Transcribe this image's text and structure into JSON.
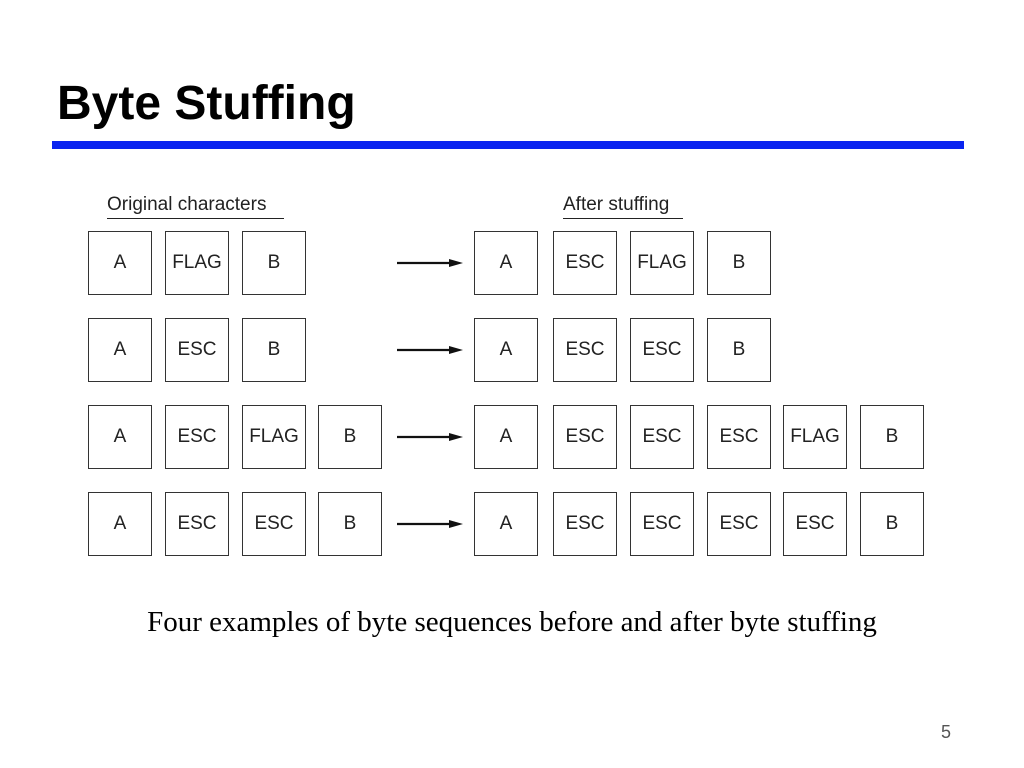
{
  "slide": {
    "title": "Byte Stuffing",
    "page_number": "5"
  },
  "figure": {
    "left_heading": "Original characters",
    "right_heading": "After stuffing",
    "rows": [
      {
        "original": [
          "A",
          "FLAG",
          "B"
        ],
        "stuffed": [
          "A",
          "ESC",
          "FLAG",
          "B"
        ]
      },
      {
        "original": [
          "A",
          "ESC",
          "B"
        ],
        "stuffed": [
          "A",
          "ESC",
          "ESC",
          "B"
        ]
      },
      {
        "original": [
          "A",
          "ESC",
          "FLAG",
          "B"
        ],
        "stuffed": [
          "A",
          "ESC",
          "ESC",
          "ESC",
          "FLAG",
          "B"
        ]
      },
      {
        "original": [
          "A",
          "ESC",
          "ESC",
          "B"
        ],
        "stuffed": [
          "A",
          "ESC",
          "ESC",
          "ESC",
          "ESC",
          "B"
        ]
      }
    ],
    "caption": "Four examples of byte sequences before and after byte stuffing"
  },
  "colors": {
    "title_rule": "#0a24f0"
  }
}
